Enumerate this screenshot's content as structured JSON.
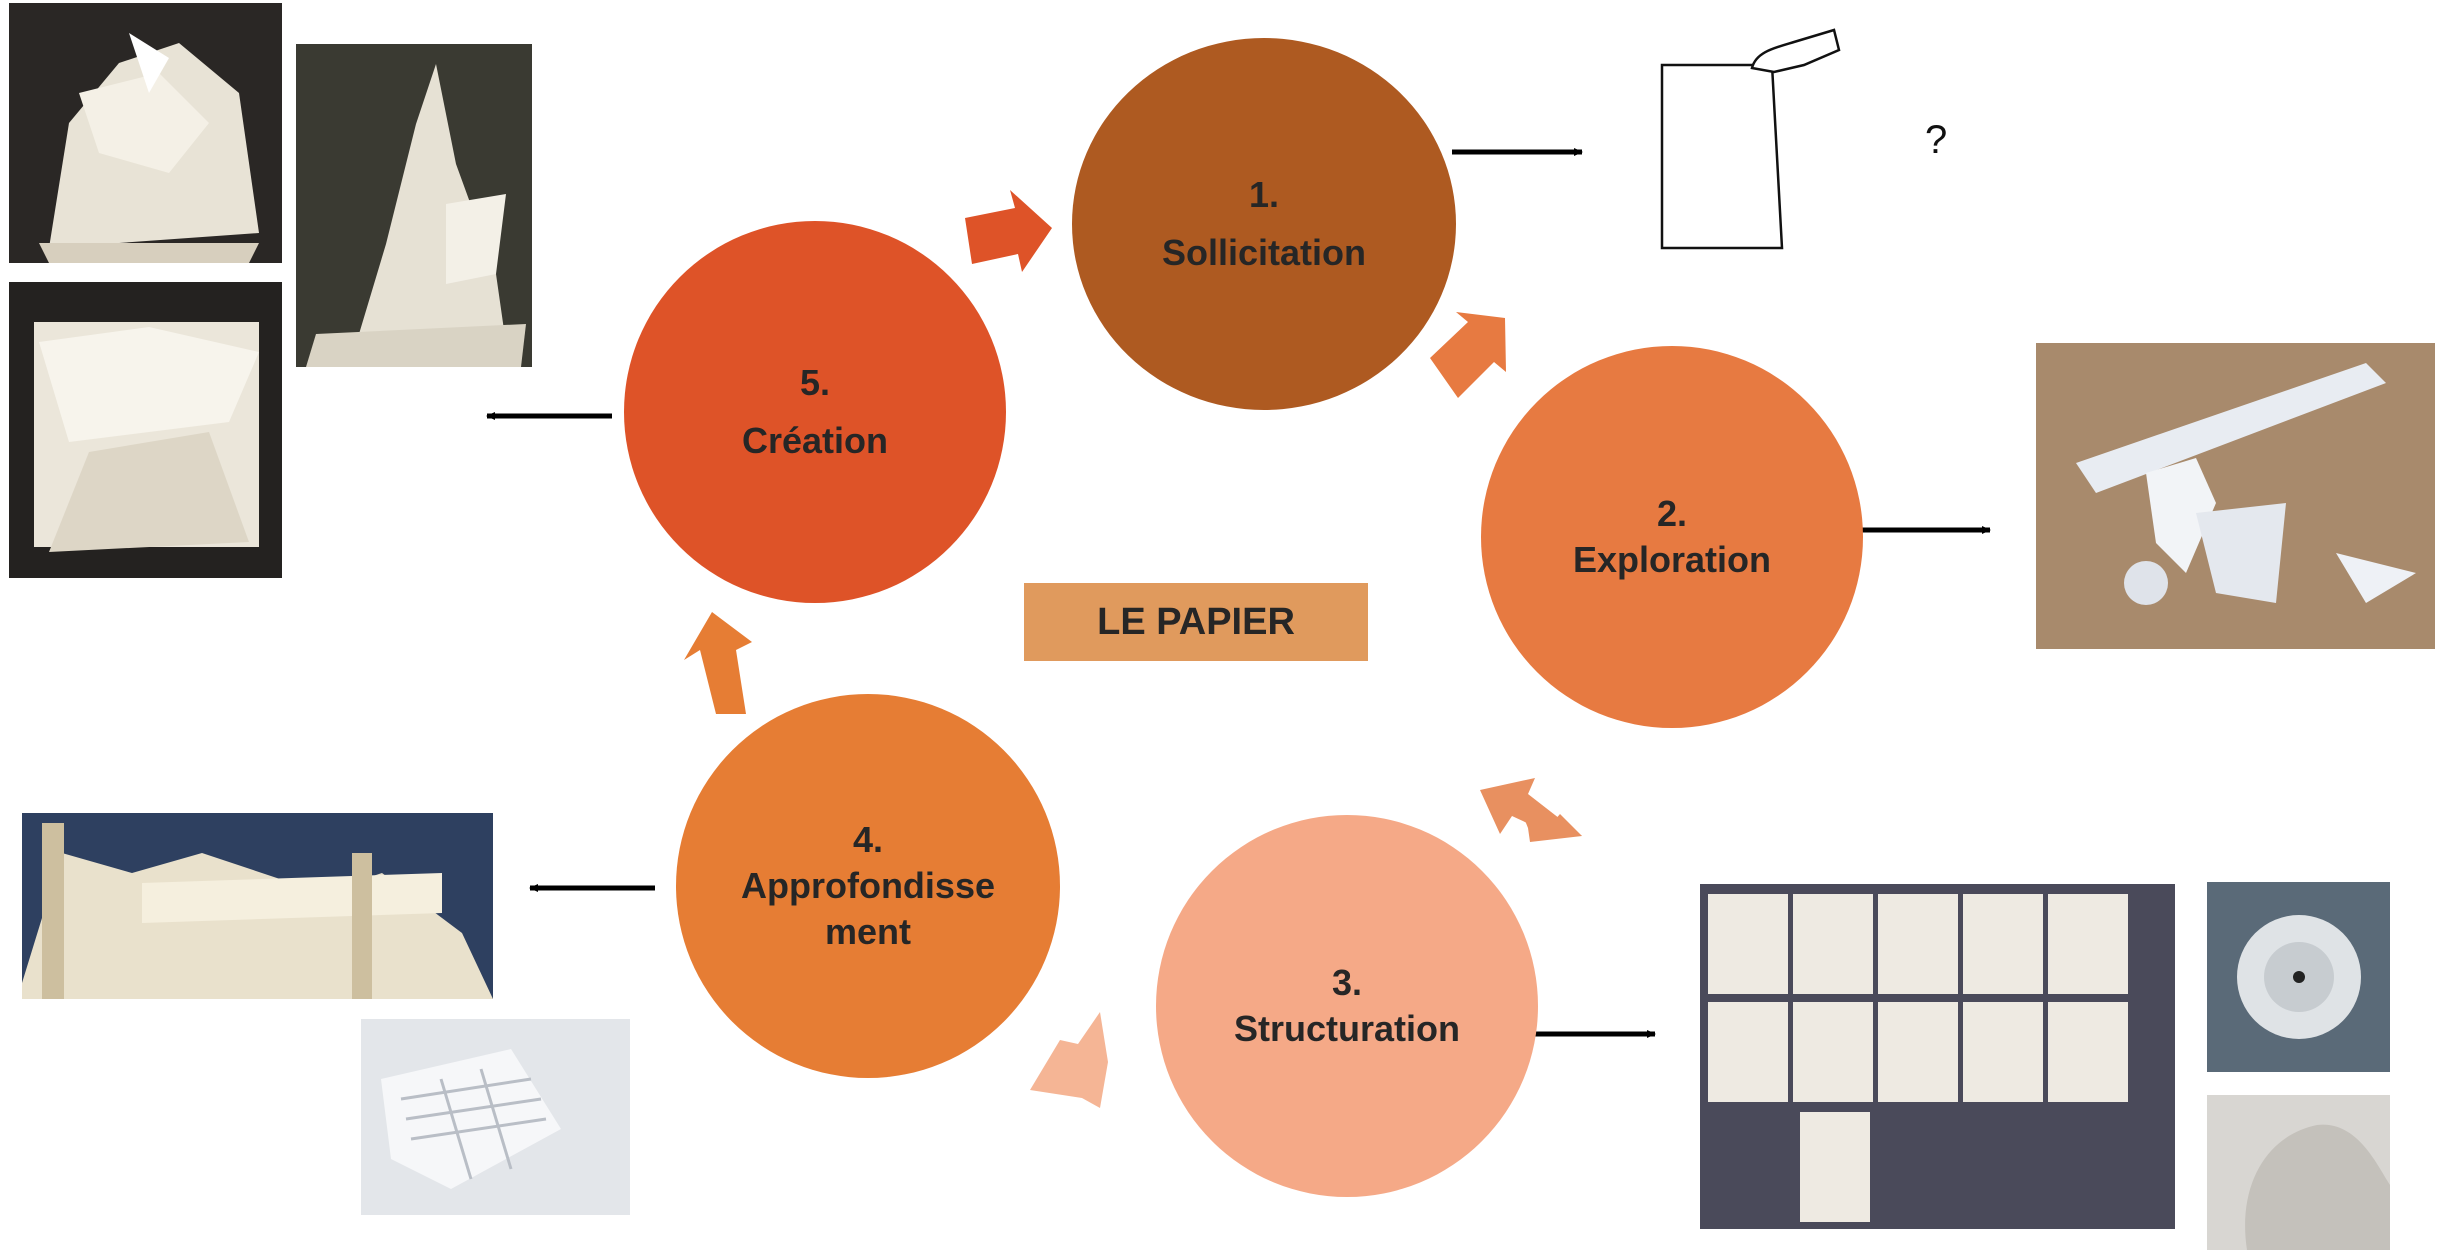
{
  "title": "LE PAPIER",
  "question_mark": "?",
  "steps": [
    {
      "number": "1.",
      "label": "Sollicitation",
      "color": "#AE5A21"
    },
    {
      "number": "2.",
      "label": "Exploration",
      "color": "#E77A41"
    },
    {
      "number": "3.",
      "label": "Structuration",
      "color": "#F5A987"
    },
    {
      "number": "4.",
      "label": "Approfondisse ment",
      "label_line1": "Approfondisse",
      "label_line2": "ment",
      "color": "#E67D34"
    },
    {
      "number": "5.",
      "label": "Création",
      "color": "#DE5328"
    }
  ],
  "colors": {
    "center_label_bg": "#E09A5D",
    "text": "#262626",
    "arrow": "#000000"
  }
}
